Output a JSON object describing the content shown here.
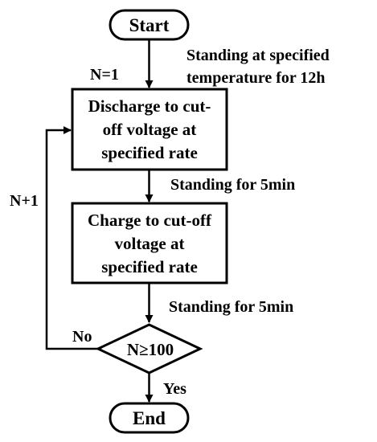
{
  "flowchart": {
    "start": {
      "label": "Start"
    },
    "end": {
      "label": "End"
    },
    "notes": {
      "init_counter": "N=1",
      "standing_12h_line1": "Standing at specified",
      "standing_12h_line2": "temperature for 12h",
      "standing_5min_after_discharge": "Standing for 5min",
      "standing_5min_after_charge": "Standing for 5min",
      "increment_counter": "N+1"
    },
    "discharge_box": {
      "line1": "Discharge to cut-",
      "line2": "off voltage at",
      "line3": "specified rate"
    },
    "charge_box": {
      "line1": "Charge to cut-off",
      "line2": "voltage at",
      "line3": "specified rate"
    },
    "decision": {
      "condition": "N≥100",
      "no_label": "No",
      "yes_label": "Yes"
    },
    "colors": {
      "stroke": "#000000",
      "fill": "#ffffff",
      "text": "#000000"
    }
  }
}
